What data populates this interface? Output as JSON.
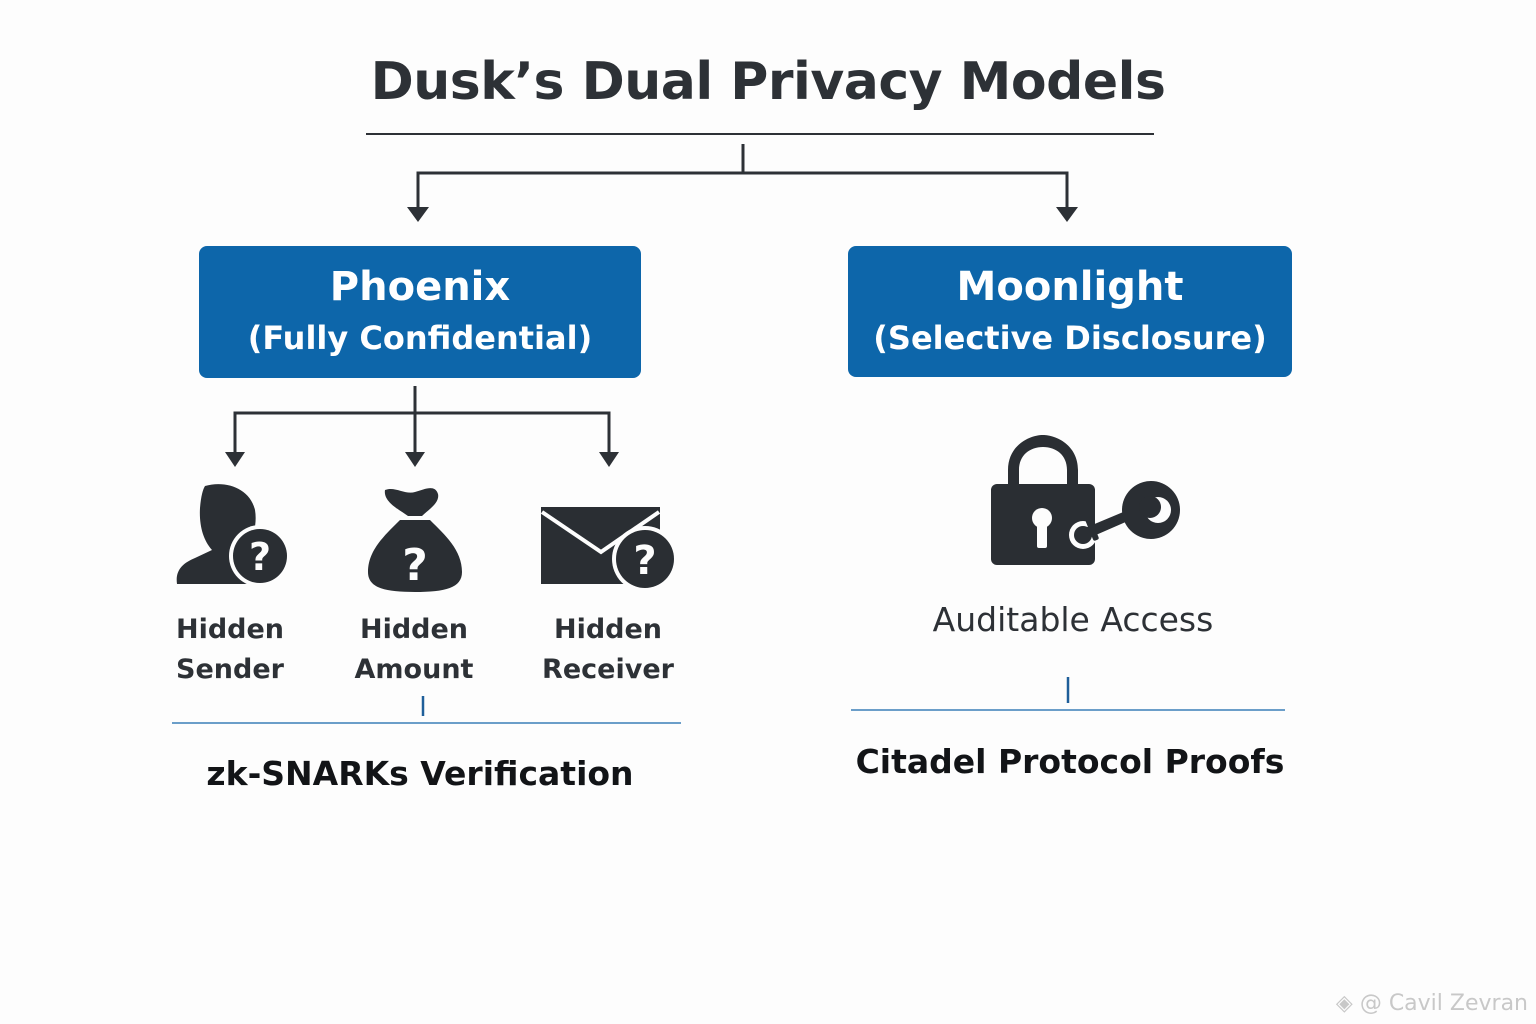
{
  "title": "Dusk’s Dual Privacy Models",
  "models": [
    {
      "name": "Phoenix",
      "subtitle": "(Fully Confidential)",
      "features": [
        {
          "line1": "Hidden",
          "line2": "Sender",
          "icon": "user-question-icon"
        },
        {
          "line1": "Hidden",
          "line2": "Amount",
          "icon": "money-bag-question-icon"
        },
        {
          "line1": "Hidden",
          "line2": "Receiver",
          "icon": "envelope-question-icon"
        }
      ],
      "footer": "zk-SNARKs Verification"
    },
    {
      "name": "Moonlight",
      "subtitle": "(Selective Disclosure)",
      "features": [
        {
          "label": "Auditable Access",
          "icon": "lock-key-icon"
        }
      ],
      "footer": "Citadel Protocol Proofs"
    }
  ],
  "colors": {
    "box": "#0d66aa",
    "connector": "#2d3136",
    "accent_line": "#3b7fb8"
  },
  "watermark": "@ Cavil Zevran"
}
